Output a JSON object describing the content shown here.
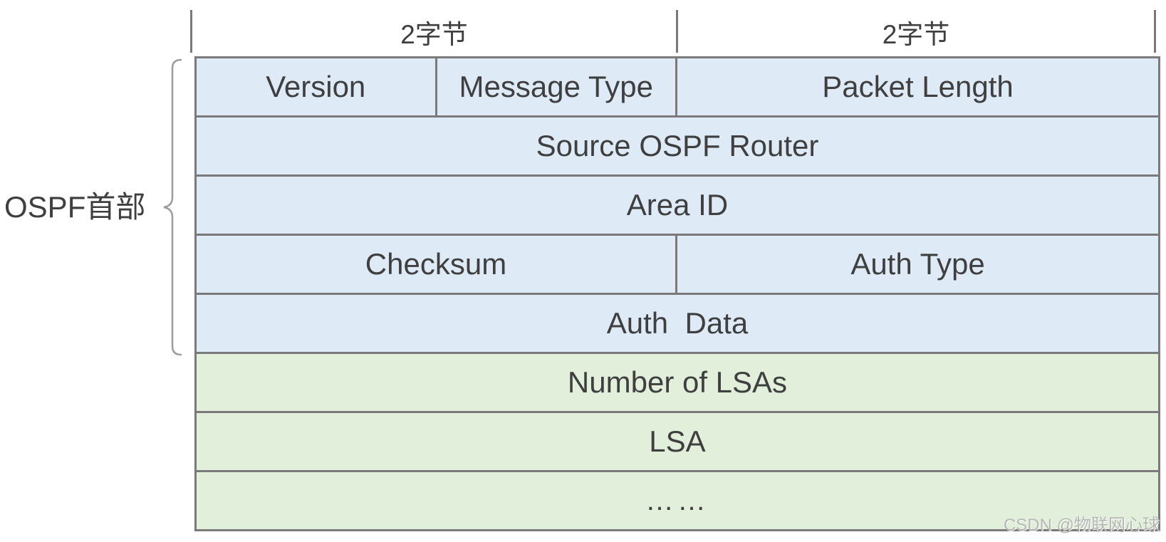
{
  "side_label": "OSPF首部",
  "byte_scale": {
    "left_label": "2字节",
    "right_label": "2字节"
  },
  "table": {
    "rows": [
      {
        "cells": [
          "Version",
          "Message Type",
          "Packet Length"
        ]
      },
      {
        "cells": [
          "Source OSPF Router"
        ]
      },
      {
        "cells": [
          "Area ID"
        ]
      },
      {
        "cells": [
          "Checksum",
          "Auth Type"
        ]
      },
      {
        "cells": [
          "Auth  Data"
        ]
      },
      {
        "cells": [
          "Number of LSAs"
        ]
      },
      {
        "cells": [
          "LSA"
        ]
      },
      {
        "cells": [
          "……"
        ]
      }
    ]
  },
  "watermark": "CSDN @物联网心球",
  "colors": {
    "header_fill": "#DEEBF7",
    "lsa_fill": "#E2EFDA",
    "border": "#7A7A7A",
    "text": "#3F3F3F",
    "brace": "#9C9C9C",
    "watermark_text": "#B5B5B5"
  }
}
